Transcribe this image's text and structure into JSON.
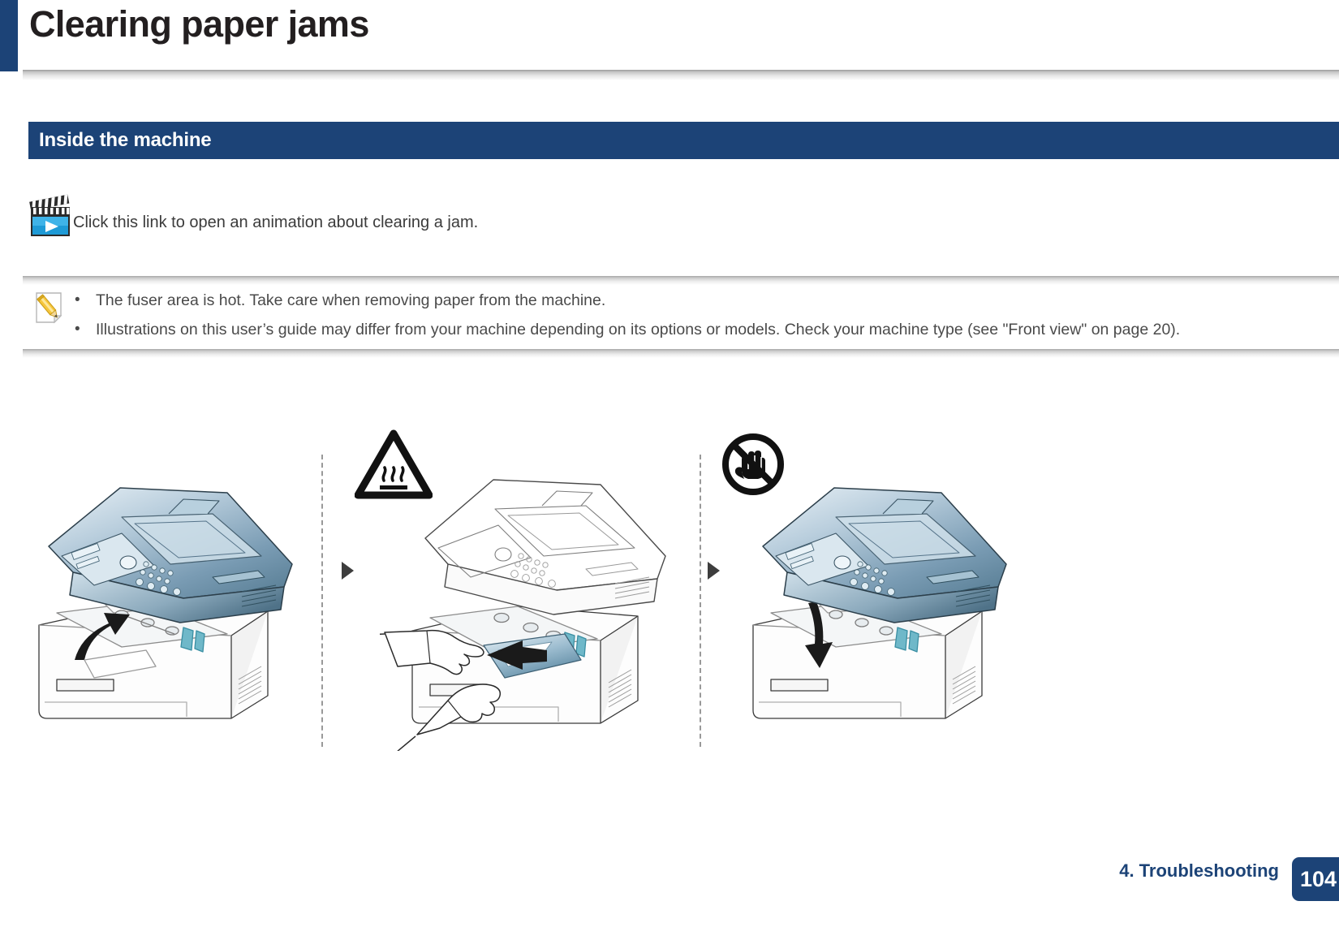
{
  "header": {
    "title": "Clearing paper jams",
    "accent_color": "#1c4377"
  },
  "section": {
    "title": "Inside the machine"
  },
  "animation_link": {
    "icon": "movie-clapper-icon",
    "text": "Click this link to open an animation about clearing a jam."
  },
  "note": {
    "icon": "note-pencil-icon",
    "bullet_char": "•",
    "items": [
      "The fuser area is hot. Take care when removing paper from the machine.",
      "Illustrations on this user’s guide may differ from your machine depending on its options or models. Check your machine type (see \"Front view\" on page 20)."
    ]
  },
  "illustrations": {
    "steps": [
      {
        "name": "open-scanner-lid",
        "caption": "",
        "warning_icon": ""
      },
      {
        "name": "pull-jammed-paper",
        "caption": "",
        "warning_icon": "hot-surface-warning-icon"
      },
      {
        "name": "close-scanner-lid",
        "caption": "",
        "warning_icon": "no-hands-prohibition-icon"
      }
    ]
  },
  "footer": {
    "chapter": "4. Troubleshooting",
    "page_number": "104"
  }
}
